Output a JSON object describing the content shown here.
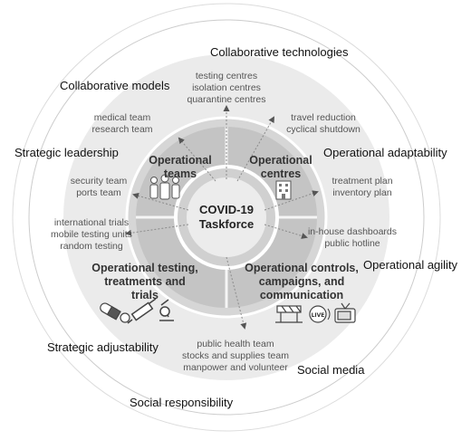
{
  "diagram": {
    "center": [
      "COVID-19",
      "Taskforce"
    ],
    "teams": {
      "operational_teams": [
        "Operational",
        "teams"
      ],
      "operational_centres": [
        "Operational",
        "centres"
      ],
      "operational_testing": [
        "Operational testing,",
        "treatments and",
        "trials"
      ],
      "operational_controls": [
        "Operational controls,",
        "campaigns, and",
        "communication"
      ]
    },
    "activities": {
      "centres": [
        "testing centres",
        "isolation centres",
        "quarantine centres"
      ],
      "travel": [
        "travel reduction",
        "cyclical shutdown"
      ],
      "medical": [
        "medical team",
        "research team"
      ],
      "security": [
        "security team",
        "ports team"
      ],
      "treatment": [
        "treatment plan",
        "inventory plan"
      ],
      "trials": [
        "international trials",
        "mobile testing units",
        "random testing"
      ],
      "dashboards": [
        "in-house dashboards",
        "public hotline"
      ],
      "health": [
        "public health team",
        "stocks and supplies team",
        "manpower and volunteer"
      ]
    },
    "outer_labels": {
      "collaborative_technologies": "Collaborative technologies",
      "collaborative_models": "Collaborative models",
      "strategic_leadership": "Strategic leadership",
      "operational_adaptability": "Operational adaptability",
      "operational_agility": "Operational agility",
      "strategic_adjustability": "Strategic adjustability",
      "social_media": "Social media",
      "social_responsibility": "Social responsibility"
    },
    "icons": [
      "people-icon",
      "building-icon",
      "pills-icon",
      "syringe-icon",
      "microscope-icon",
      "barrier-icon",
      "live-broadcast-icon",
      "television-icon"
    ],
    "colors": {
      "outer_ring": "#ebebeb",
      "middle_ring": "#d6d6d6",
      "inner_ring": "#c2c2c2",
      "center_fill": "#ececec",
      "connector": "#8a8a8a"
    }
  }
}
